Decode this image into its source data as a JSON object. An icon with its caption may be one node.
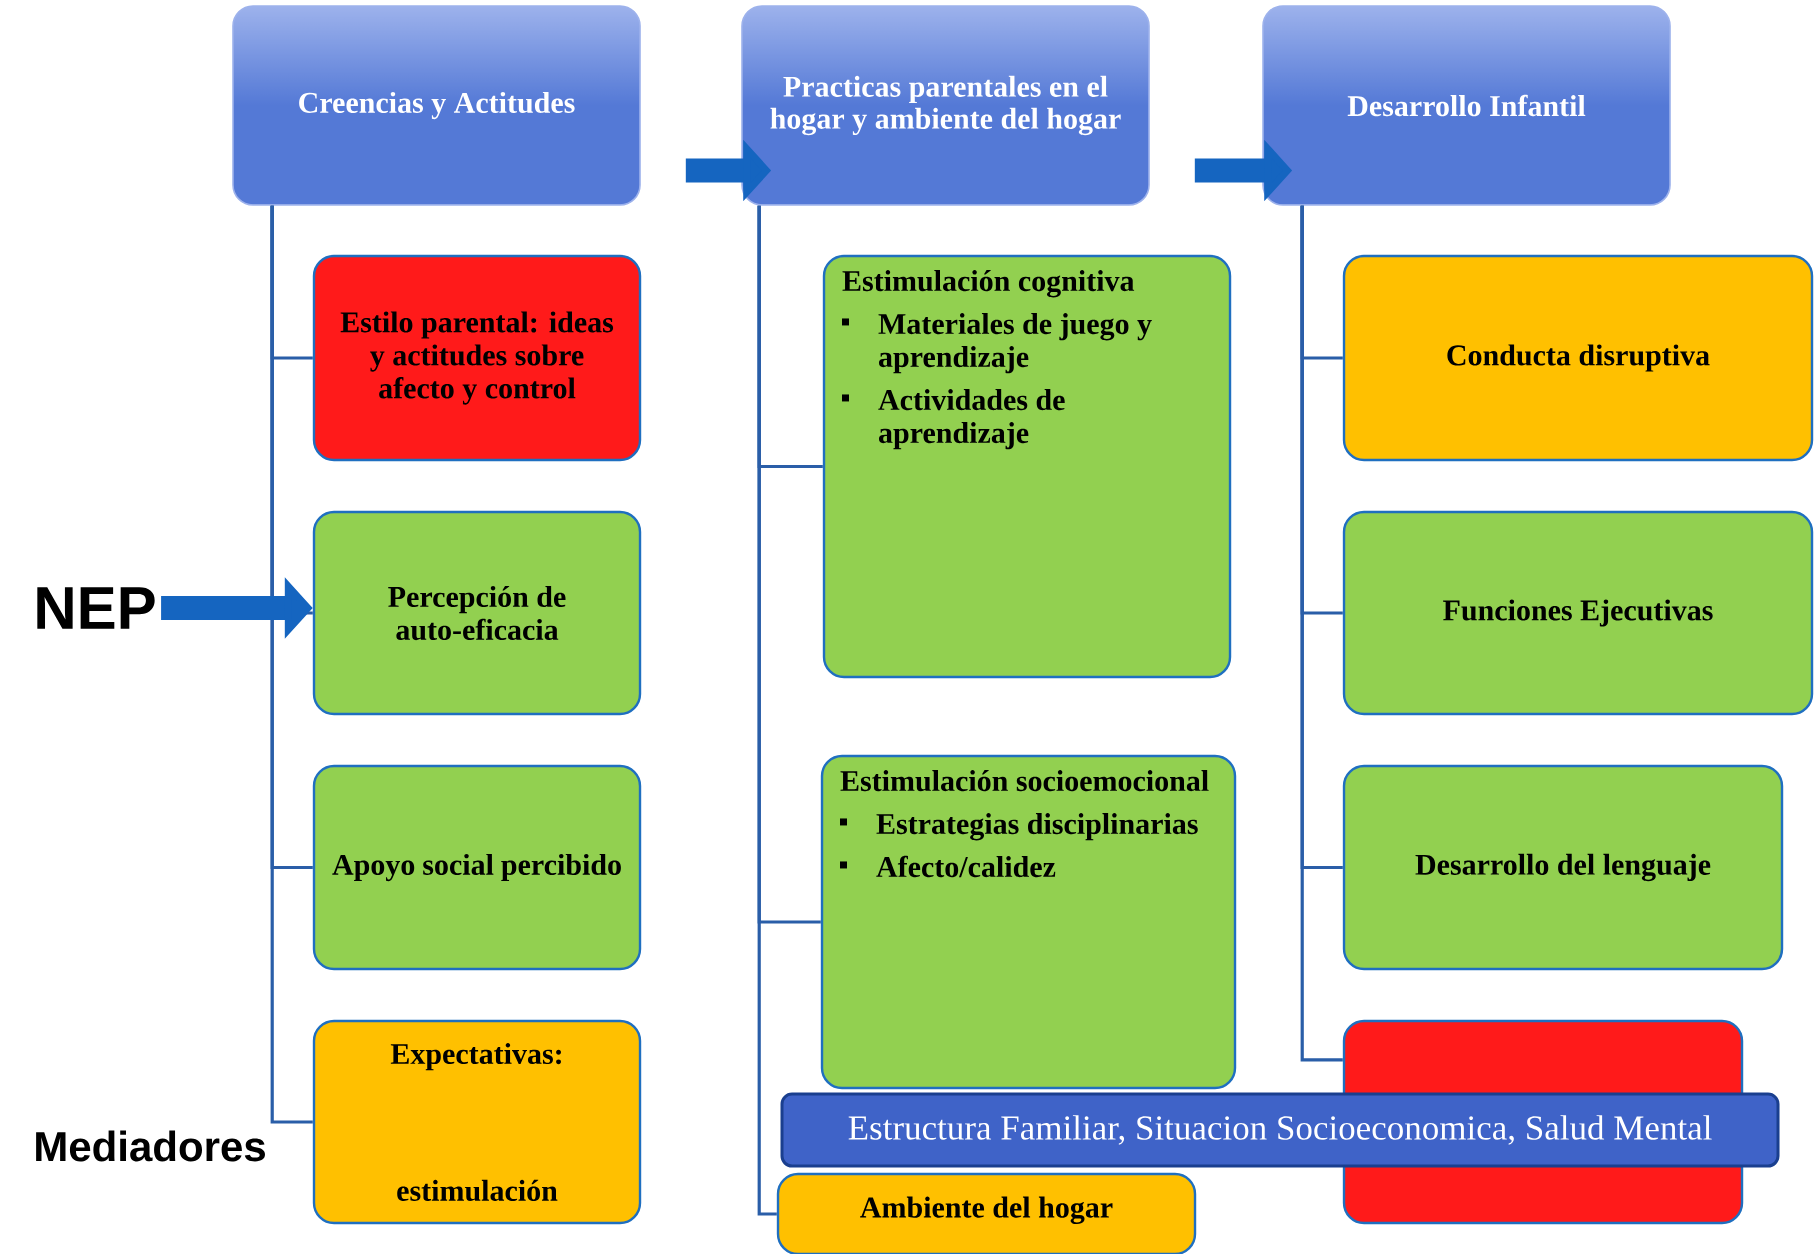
{
  "diagram": {
    "nodes": [
      {
        "text": [
          "Creencias y Actitudes"
        ]
      },
      {
        "text": [
          "Estilo parental: ideas y actitudes sobre afecto y control"
        ]
      },
      {
        "text": [
          "Percepción de auto-eficacia"
        ]
      },
      {
        "text": [
          "Apoyo social percibido"
        ]
      },
      {
        "text": [
          "Expectativas:",
          "estimulación"
        ]
      },
      {
        "text": [
          "Practicas parentales en el hogar y ambiente del hogar"
        ]
      },
      {
        "text": [
          "Estimulación cognitiva",
          "Materiales de juego y aprendizaje",
          "Actividades de aprendizaje"
        ]
      },
      {
        "text": [
          "Estimulación socioemocional",
          "Estrategias disciplinarias",
          "Afecto/calidez"
        ]
      },
      {
        "text": [
          "Ambiente del hogar"
        ]
      },
      {
        "text": [
          "Desarrollo Infantil"
        ]
      },
      {
        "text": [
          "Conducta disruptiva"
        ]
      },
      {
        "text": [
          "Funciones Ejecutivas"
        ]
      },
      {
        "text": [
          "Desarrollo del lenguaje"
        ]
      },
      {
        "text": [],
        "shape": "box"
      },
      {
        "text": [
          "Estructura Familiar, Situacion Socioeconomica, Salud Mental"
        ]
      },
      {
        "text": [
          "NEP"
        ]
      }
    ],
    "edges": [
      {
        "from": 0,
        "to": 1,
        "arrow": "none"
      },
      {
        "from": 0,
        "to": 2,
        "arrow": "none"
      },
      {
        "from": 0,
        "to": 3,
        "arrow": "none"
      },
      {
        "from": 0,
        "to": 4,
        "arrow": "none"
      },
      {
        "from": 5,
        "to": 6,
        "arrow": "none"
      },
      {
        "from": 5,
        "to": 7,
        "arrow": "none"
      },
      {
        "from": 5,
        "to": 8,
        "arrow": "none"
      },
      {
        "from": 9,
        "to": 10,
        "arrow": "none"
      },
      {
        "from": 9,
        "to": 11,
        "arrow": "none"
      },
      {
        "from": 9,
        "to": 12,
        "arrow": "none"
      },
      {
        "from": 9,
        "to": 13,
        "arrow": "none"
      },
      {
        "from": 0,
        "to": 5,
        "arrow": "to",
        "style": "thick",
        "color": "#1565c0"
      },
      {
        "from": 5,
        "to": 9,
        "arrow": "to",
        "style": "thick",
        "color": "#1565c0"
      },
      {
        "from": 15,
        "to": 2,
        "arrow": "to",
        "style": "thick",
        "color": "#1565c0"
      }
    ],
    "labels": [
      "Mediadores"
    ]
  }
}
